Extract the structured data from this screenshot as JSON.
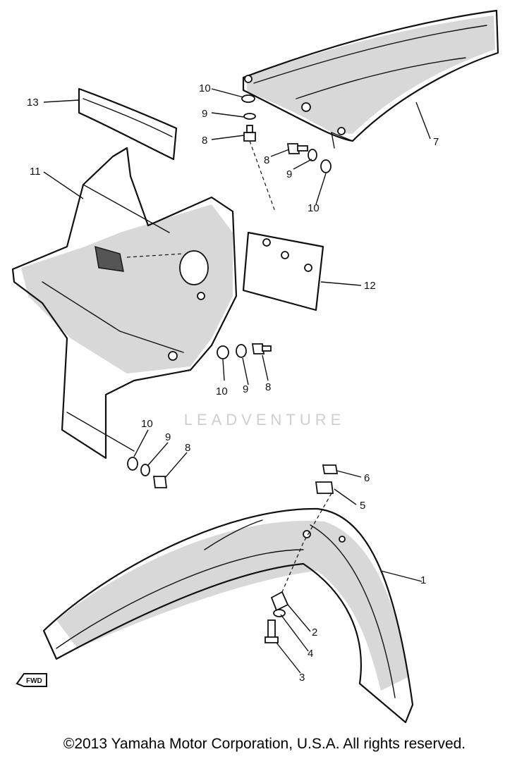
{
  "watermark": "LEADVENTURE",
  "copyright": "©2013 Yamaha Motor Corporation, U.S.A. All rights reserved.",
  "fwd_label": "FWD",
  "callouts": [
    "1",
    "2",
    "3",
    "4",
    "5",
    "6",
    "7",
    "8",
    "8",
    "8",
    "8",
    "9",
    "9",
    "9",
    "9",
    "10",
    "10",
    "10",
    "10",
    "11",
    "12",
    "13"
  ],
  "colors": {
    "line": "#111111",
    "background": "#ffffff",
    "watermark": "#cfcfcf"
  }
}
